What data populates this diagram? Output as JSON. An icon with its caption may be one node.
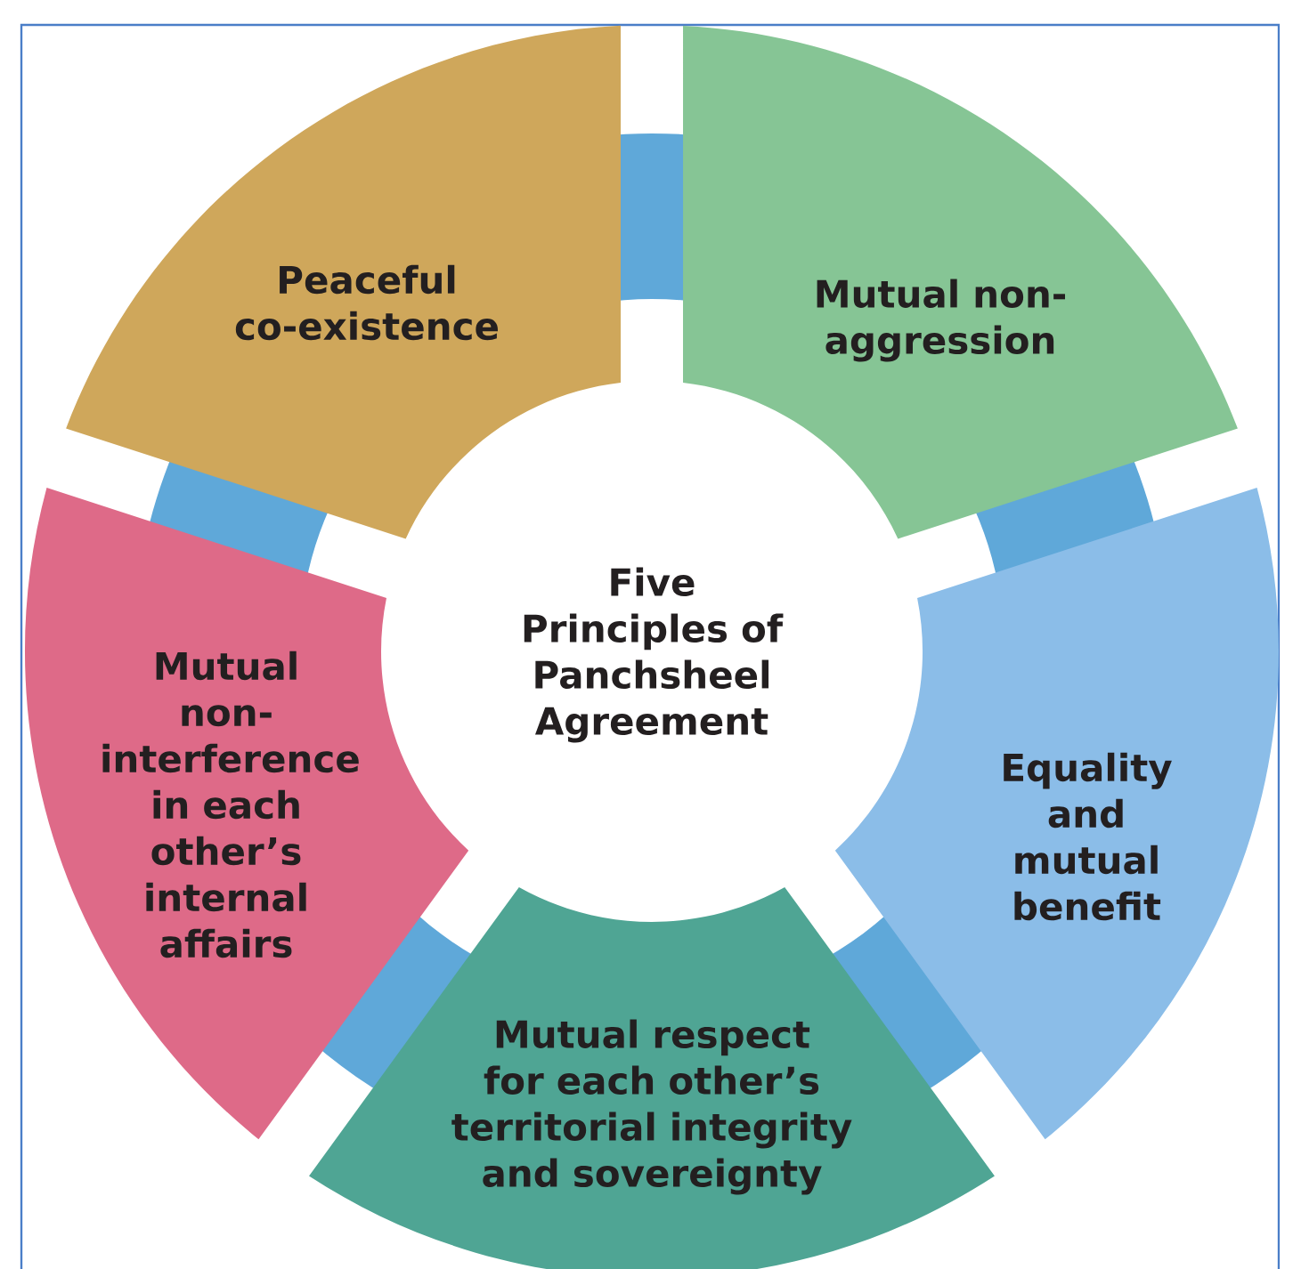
{
  "diagram": {
    "nodes": [
      {
        "text": [
          "Five Principles of Panchsheel Agreement"
        ]
      },
      {
        "text": [
          "Mutual non-aggression"
        ]
      },
      {
        "text": [
          "Peaceful co-existence"
        ]
      },
      {
        "text": [
          "Mutual non-interference in each other’s internal affairs"
        ]
      },
      {
        "text": [
          "Mutual respect for each other’s territorial integrity and sovereignty"
        ]
      },
      {
        "text": [
          "Equality and mutual benefit"
        ]
      }
    ]
  }
}
